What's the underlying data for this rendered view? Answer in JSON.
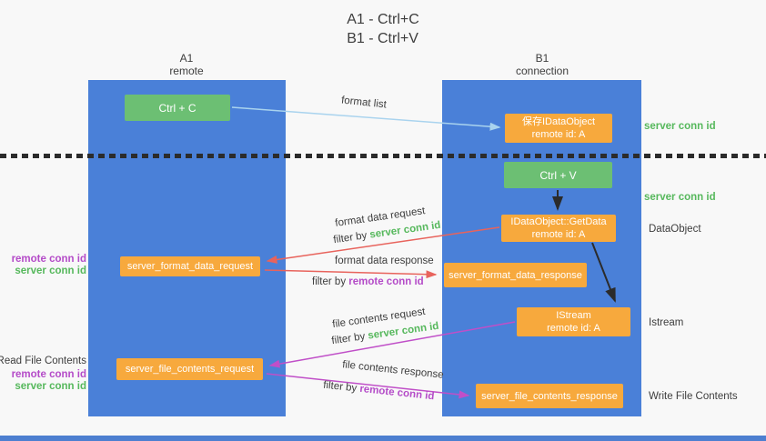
{
  "title": {
    "line1": "A1 - Ctrl+C",
    "line2": "B1 - Ctrl+V"
  },
  "columns": {
    "left": {
      "name": "A1",
      "role": "remote"
    },
    "right": {
      "name": "B1",
      "role": "connection"
    }
  },
  "boxes": {
    "ctrl_c": {
      "label": "Ctrl + C"
    },
    "ctrl_v": {
      "label": "Ctrl + V"
    },
    "save_idataobject": {
      "line1": "保存IDataObject",
      "line2": "remote id: A"
    },
    "idataobject_getdata": {
      "line1": "IDataObject::GetData",
      "line2": "remote id: A"
    },
    "istream": {
      "line1": "IStream",
      "line2": "remote id: A"
    },
    "server_format_data_request": {
      "label": "server_format_data_request"
    },
    "server_format_data_response": {
      "label": "server_format_data_response"
    },
    "server_file_contents_request": {
      "label": "server_file_contents_request"
    },
    "server_file_contents_response": {
      "label": "server_file_contents_response"
    }
  },
  "side_labels": {
    "server_conn_id_top": "server conn id",
    "server_conn_id_mid": "server conn id",
    "dataobject": "DataObject",
    "istream": "Istream",
    "write_file_contents": "Write File Contents",
    "read_file_contents": "Read File Contents",
    "remote_conn_id_group1": "remote conn id",
    "server_conn_id_group1": "server conn id",
    "remote_conn_id_group2": "remote conn id",
    "server_conn_id_group2": "server conn id"
  },
  "arrows": {
    "format_list": {
      "label": "format list"
    },
    "format_data_request": {
      "label": "format data request",
      "filter_prefix": "filter by ",
      "filter_id": "server conn id"
    },
    "format_data_response": {
      "label": "format data response",
      "filter_prefix": "filter by ",
      "filter_id": "remote conn id"
    },
    "file_contents_request": {
      "label": "file contents request",
      "filter_prefix": "filter by ",
      "filter_id": "server conn id"
    },
    "file_contents_response": {
      "label": "file contents response",
      "filter_prefix": "filter by ",
      "filter_id": "remote conn id"
    }
  },
  "colors": {
    "background": "#f8f8f8",
    "column_blue": "#4a80d8",
    "box_green": "#6cbf73",
    "box_orange": "#f7a93d",
    "arrow_lightblue": "#a9d3ee",
    "arrow_red": "#e8635c",
    "arrow_magenta": "#c04fc8",
    "arrow_black": "#2b2b2b",
    "text_green": "#56b85c",
    "text_purple": "#b44bc8",
    "text_dark": "#3d3d3d",
    "bottom_bar_blue": "#4d7fd0"
  }
}
